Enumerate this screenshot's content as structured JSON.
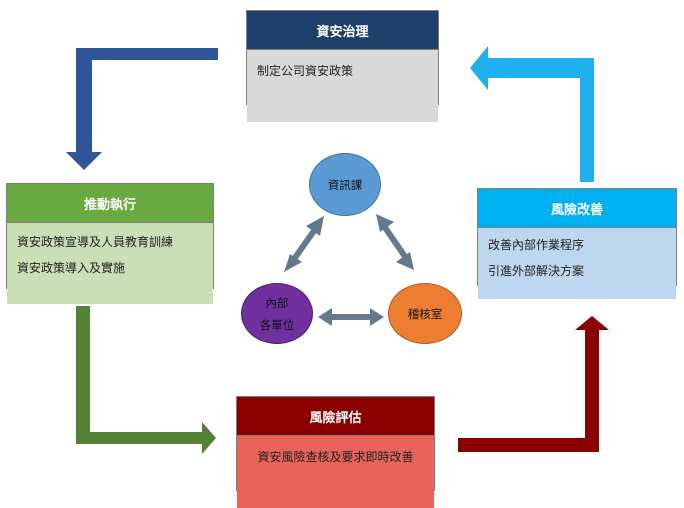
{
  "boxes": {
    "governance": {
      "title": "資安治理",
      "lines": [
        "制定公司資安政策"
      ],
      "header_color": "#1f3f6b",
      "body_color": "#d9d9d9"
    },
    "promotion": {
      "title": "推動執行",
      "lines": [
        "資安政策宣導及人員教育訓練",
        "資安政策導入及實施"
      ],
      "header_color": "#6aa842",
      "body_color": "#c9e0b6"
    },
    "improvement": {
      "title": "風險改善",
      "lines": [
        "改善內部作業程序",
        "引進外部解決方案"
      ],
      "header_color": "#00b0f0",
      "body_color": "#bdd7ee"
    },
    "assessment": {
      "title": "風險評估",
      "lines": [
        "資安風險查核及要求即時改善"
      ],
      "header_color": "#8b0000",
      "body_color": "#e8645a"
    }
  },
  "circles": {
    "infosec": {
      "label": "資訊課",
      "color": "#5b9bd5"
    },
    "internal": {
      "lines": [
        "內部",
        "各單位"
      ],
      "color": "#7030a0"
    },
    "audit": {
      "label": "稽核室",
      "color": "#ed7d31"
    }
  },
  "arrow_colors": {
    "top_left": "#2f5597",
    "bottom_left": "#538135",
    "bottom_right": "#8b0000",
    "top_right": "#1fb0f0",
    "inner": "#647a8c"
  }
}
